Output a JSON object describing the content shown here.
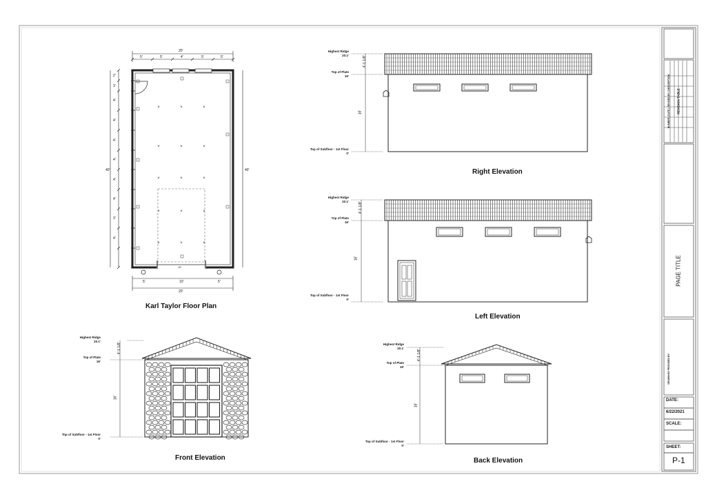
{
  "titles": {
    "floor_plan": "Karl Taylor Floor Plan",
    "right_elevation": "Right Elevation",
    "left_elevation": "Left Elevation",
    "front_elevation": "Front Elevation",
    "back_elevation": "Back Elevation"
  },
  "levels": {
    "highest_ridge": "Highest Ridge",
    "ridge_value": "20.1'",
    "top_of_plate": "Top of Plate",
    "plate_value": "16'",
    "top_of_subfloor": "Top of Subfloor - 1st Floor",
    "subfloor_value": "0'",
    "gap_dim": "4'-1 1/8\"",
    "height_dim": "16'"
  },
  "plan_dims": {
    "overall_width": "20'",
    "overall_depth": "40'",
    "top_segments": [
      "5'",
      "5'",
      "4'",
      "5'",
      "5'"
    ],
    "bottom_segments": [
      "5'",
      "10'",
      "5'"
    ],
    "side_segments": [
      "2'",
      "3'",
      "4'",
      "4'",
      "4'",
      "4'",
      "4'",
      "4'",
      "3'",
      "4'"
    ],
    "garage_door": "10'"
  },
  "title_block": {
    "revision_table": "REVISION TABLE",
    "revision_headers": "NUMBER | DATE | REVISED BY | DESCRIPTION",
    "page_title": "PAGE TITLE",
    "drawings_by": "DRAWINGS PROVIDED BY:",
    "date_label": "DATE:",
    "date_value": "6/22/2021",
    "scale_label": "SCALE:",
    "sheet_label": "SHEET:",
    "sheet_value": "P-1"
  }
}
